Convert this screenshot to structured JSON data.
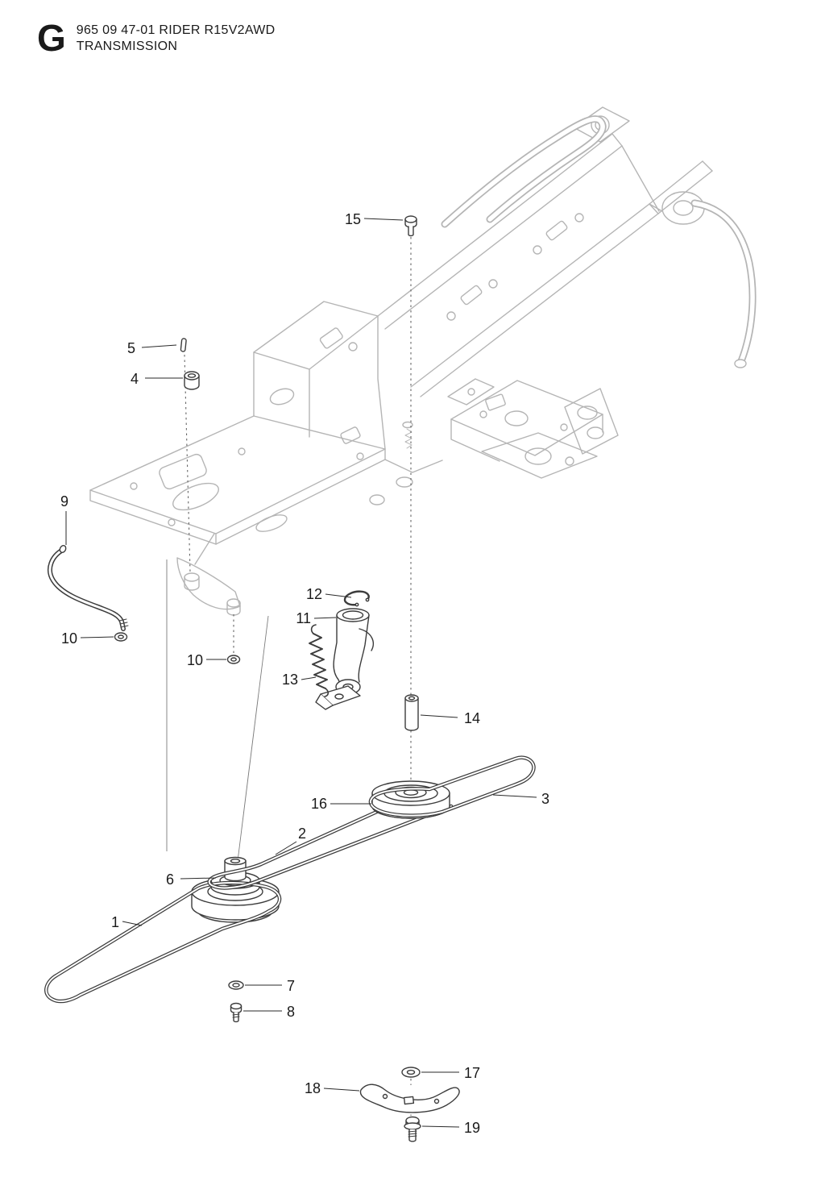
{
  "header": {
    "section_letter": "G",
    "title_line1": "965 09 47-01 RIDER R15V2AWD",
    "title_line2": "TRANSMISSION"
  },
  "diagram": {
    "title": "Transmission exploded parts diagram",
    "callouts": [
      {
        "label": "1"
      },
      {
        "label": "2"
      },
      {
        "label": "3"
      },
      {
        "label": "4"
      },
      {
        "label": "5"
      },
      {
        "label": "6"
      },
      {
        "label": "7"
      },
      {
        "label": "8"
      },
      {
        "label": "9"
      },
      {
        "label": "10"
      },
      {
        "label": "10"
      },
      {
        "label": "11"
      },
      {
        "label": "12"
      },
      {
        "label": "13"
      },
      {
        "label": "14"
      },
      {
        "label": "15"
      },
      {
        "label": "16"
      },
      {
        "label": "17"
      },
      {
        "label": "18"
      },
      {
        "label": "19"
      }
    ]
  },
  "colors": {
    "background": "#ffffff",
    "frame_line": "#b5b5b5",
    "part_line": "#3c3c3c",
    "text": "#1a1a1a"
  }
}
